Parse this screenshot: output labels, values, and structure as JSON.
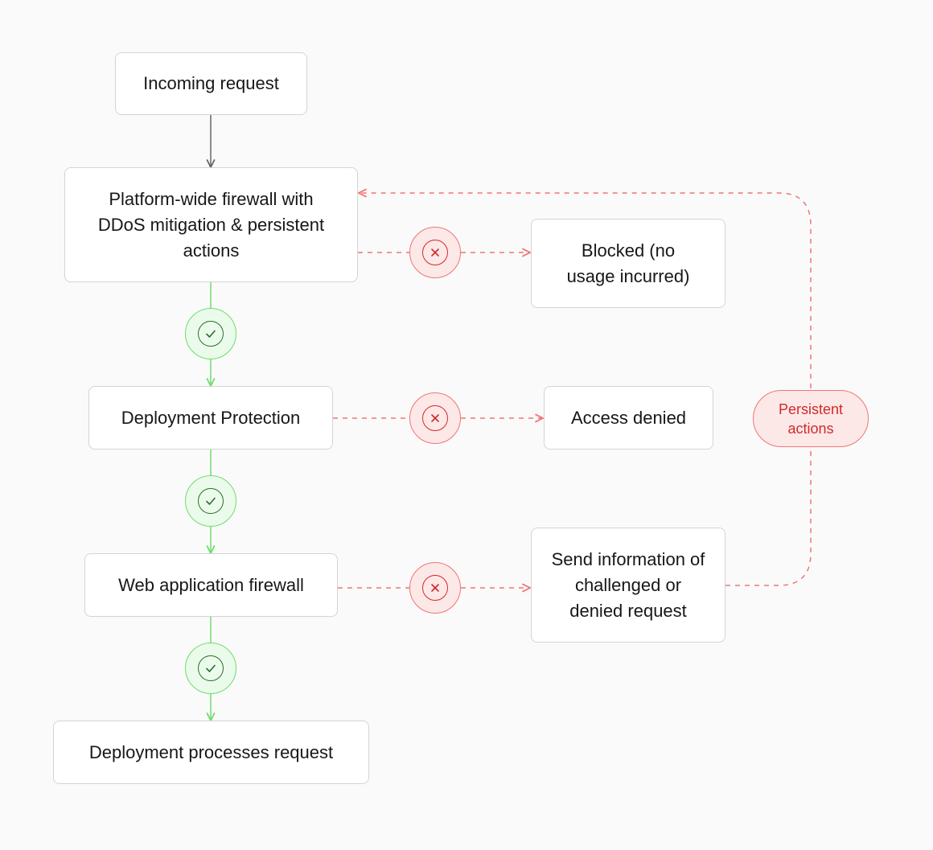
{
  "diagram": {
    "nodes": {
      "incoming_request": "Incoming request",
      "platform_firewall": "Platform-wide firewall with DDoS mitigation & persistent actions",
      "deployment_protection": "Deployment Protection",
      "web_app_firewall": "Web application firewall",
      "deployment_processes": "Deployment processes request",
      "blocked": "Blocked (no usage incurred)",
      "access_denied": "Access denied",
      "send_information": "Send information of challenged or denied request"
    },
    "loop_label": "Persistent actions",
    "icons": {
      "pass": "check-icon",
      "fail": "x-icon"
    },
    "colors": {
      "background": "#fafafa",
      "pass_stroke": "#6fdc6f",
      "pass_fill": "#ebfbeb",
      "fail_stroke": "#f07575",
      "fail_fill": "#fde8e8",
      "neutral_arrow": "#666666"
    }
  }
}
